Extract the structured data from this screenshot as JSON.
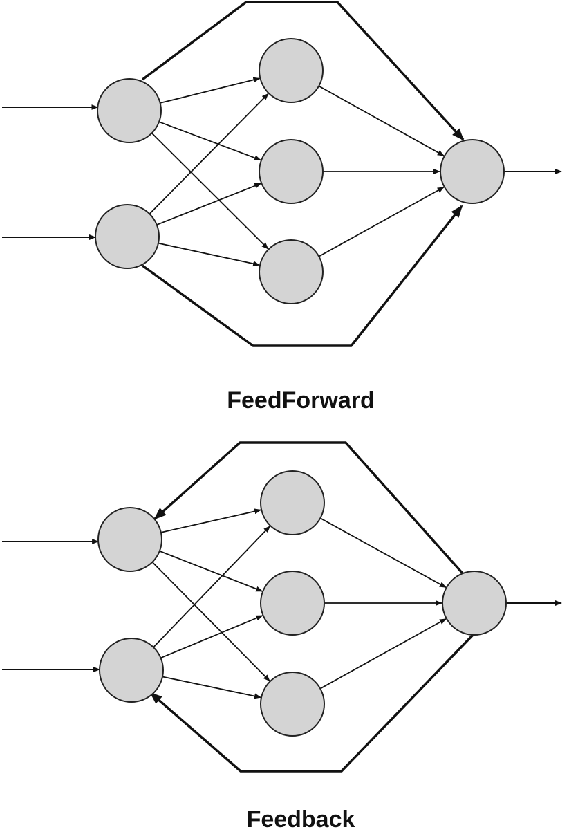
{
  "colors": {
    "node_fill": "#d4d4d4",
    "node_stroke": "#222222",
    "edge": "#111111",
    "background": "#ffffff"
  },
  "diagrams": [
    {
      "id": "feedforward",
      "caption": "FeedForward",
      "layers": [
        [
          "in1",
          "in2"
        ],
        [
          "h1",
          "h2",
          "h3"
        ],
        [
          "out"
        ]
      ],
      "connections": [
        {
          "from": "in1",
          "to": "h1"
        },
        {
          "from": "in1",
          "to": "h2"
        },
        {
          "from": "in1",
          "to": "h3"
        },
        {
          "from": "in2",
          "to": "h1"
        },
        {
          "from": "in2",
          "to": "h2"
        },
        {
          "from": "in2",
          "to": "h3"
        },
        {
          "from": "h1",
          "to": "out"
        },
        {
          "from": "h2",
          "to": "out"
        },
        {
          "from": "h3",
          "to": "out"
        },
        {
          "from": "in1",
          "to": "out",
          "kind": "skip"
        },
        {
          "from": "in2",
          "to": "out",
          "kind": "skip"
        }
      ]
    },
    {
      "id": "feedback",
      "caption": "Feedback",
      "layers": [
        [
          "in1",
          "in2"
        ],
        [
          "h1",
          "h2",
          "h3"
        ],
        [
          "out"
        ]
      ],
      "connections": [
        {
          "from": "in1",
          "to": "h1"
        },
        {
          "from": "in1",
          "to": "h2"
        },
        {
          "from": "in1",
          "to": "h3"
        },
        {
          "from": "in2",
          "to": "h1"
        },
        {
          "from": "in2",
          "to": "h2"
        },
        {
          "from": "in2",
          "to": "h3"
        },
        {
          "from": "h1",
          "to": "out"
        },
        {
          "from": "h2",
          "to": "out"
        },
        {
          "from": "h3",
          "to": "out"
        },
        {
          "from": "out",
          "to": "in1",
          "kind": "feedback"
        },
        {
          "from": "out",
          "to": "in2",
          "kind": "feedback"
        }
      ]
    }
  ]
}
